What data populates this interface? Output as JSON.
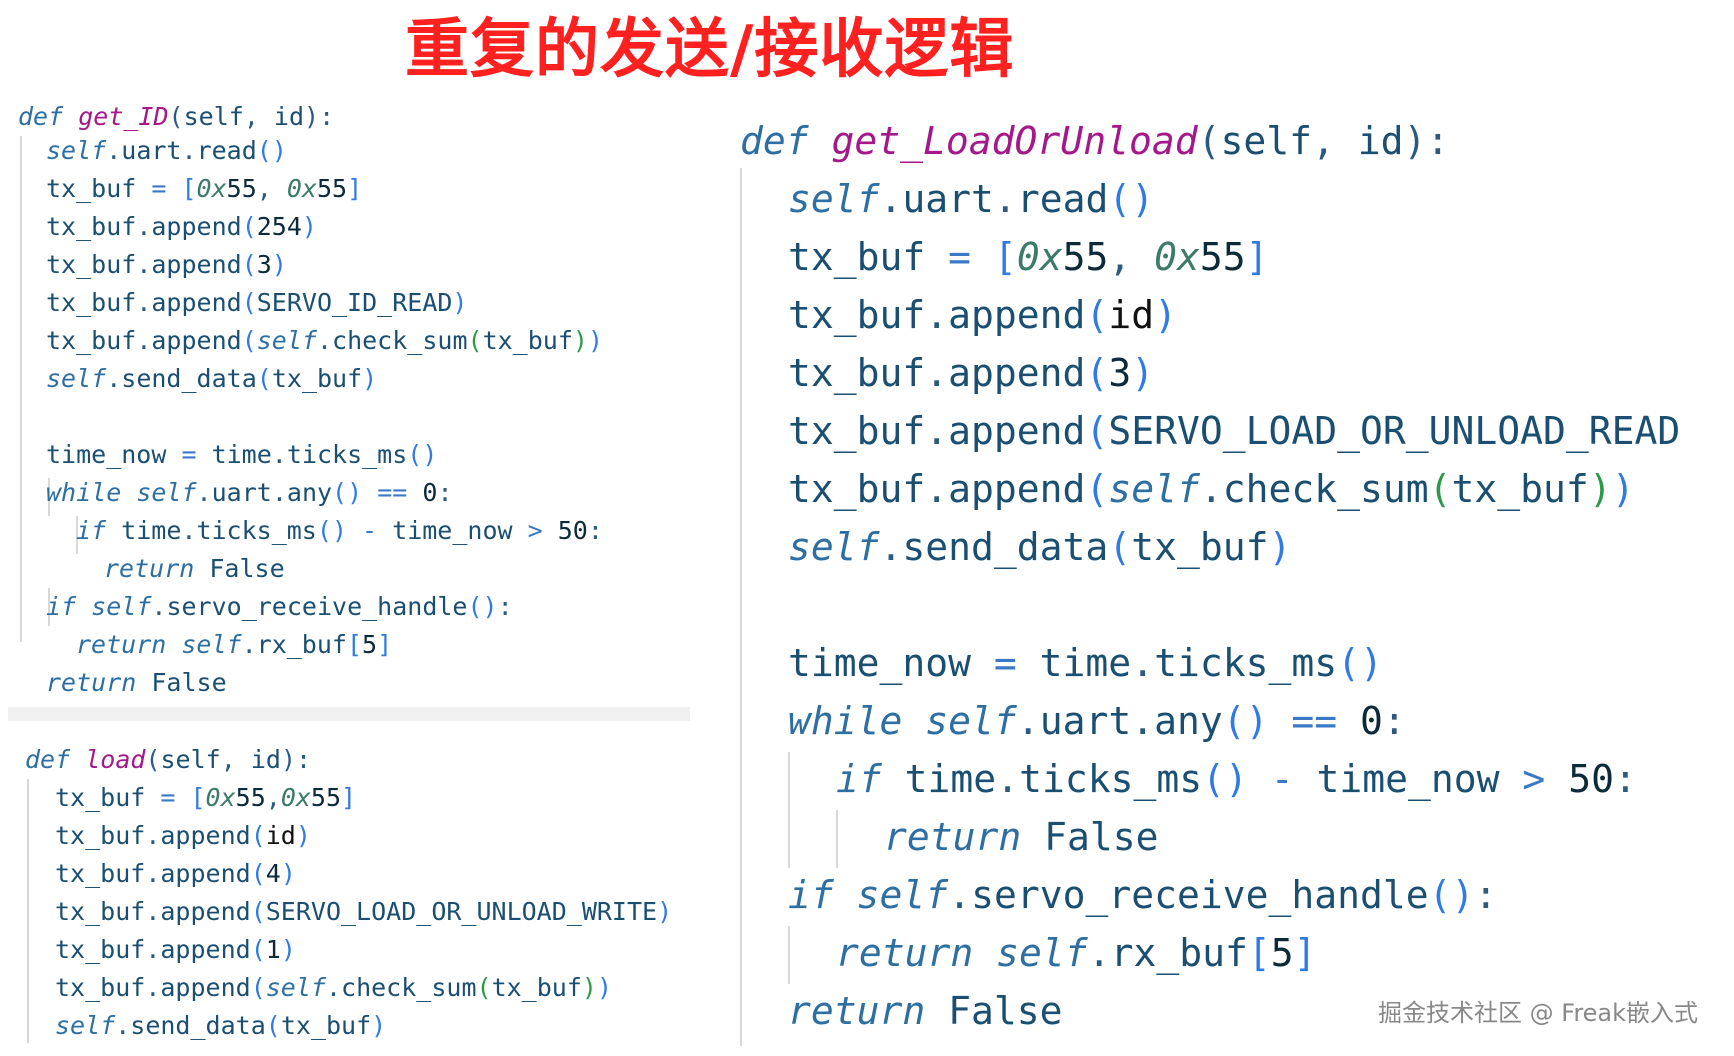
{
  "title": "重复的发送/接收逻辑",
  "watermark": "掘金技术社区 @ Freak嵌入式",
  "tokens": {
    "def": "def",
    "self": "self",
    "id": "id",
    "comma": ", ",
    "commaNoSpace": ",",
    "lp": "(",
    "rp": ")",
    "rpColon": "):",
    "lb": "[",
    "rb": "]",
    "dot": ".",
    "eq": " = ",
    "eqeq": " == ",
    "minus": " - ",
    "gt": " > ",
    "colon": ":",
    "hex_prefix": "0x",
    "hex_val": "55",
    "uart": "uart",
    "read": "read",
    "any": "any",
    "append": "append",
    "tx_buf": "tx_buf",
    "rx_buf": "rx_buf",
    "check_sum": "check_sum",
    "send_data": "send_data",
    "time_now": "time_now",
    "time": "time",
    "ticks_ms": "ticks_ms",
    "while": "while",
    "if": "if",
    "return": "return",
    "False": "False",
    "servo_receive_handle": "servo_receive_handle",
    "n0": "0",
    "n1": "1",
    "n3": "3",
    "n4": "4",
    "n5": "5",
    "n50": "50",
    "n254": "254",
    "SERVO_ID_READ": "SERVO_ID_READ",
    "SERVO_LOAD_OR_UNLOAD_WRITE": "SERVO_LOAD_OR_UNLOAD_WRITE",
    "SERVO_LOAD_OR_UNLOAD_READ": "SERVO_LOAD_OR_UNLOAD_READ"
  },
  "functions": {
    "get_id": "get_ID",
    "load": "load",
    "get_load_or_unload": "get_LoadOrUnload"
  }
}
